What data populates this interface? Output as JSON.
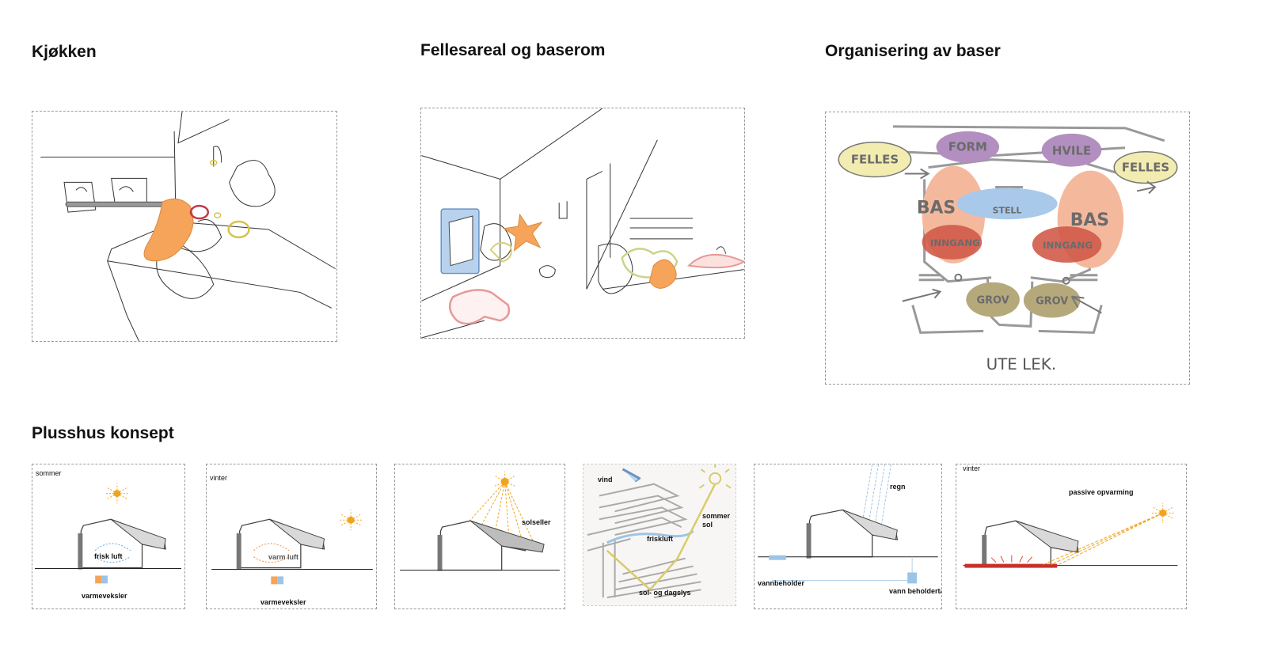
{
  "sections": {
    "kitchen": {
      "title": "Kjøkken"
    },
    "common": {
      "title": "Fellesareal og baserom"
    },
    "org": {
      "title": "Organisering av baser",
      "bubbles": {
        "felles_left": "FELLES",
        "form": "FORM",
        "hvile": "HVILE",
        "felles_right": "FELLES",
        "bas_left": "BAS",
        "stell": "STELL",
        "bas_right": "BAS",
        "inngang_left": "INNGANG",
        "inngang_right": "INNGANG",
        "grov_left": "GROV",
        "grov_right": "GROV",
        "uteleik": "UTE LEK."
      }
    },
    "plusshus": {
      "title": "Plusshus konsept",
      "panels": [
        {
          "season": "sommer",
          "center": "frisk luft",
          "bottom": "varmeveksler"
        },
        {
          "season": "vinter",
          "center": "varm luft",
          "bottom": "varmeveksler"
        },
        {
          "right": "solseller"
        },
        {
          "wind": "vind",
          "summer_sun": "sommer\nsol",
          "fresh_air": "friskluft",
          "daylight": "sol- og dagslys"
        },
        {
          "rain": "regn",
          "tank_left": "vannbeholder",
          "tank_right": "vann beholdertank"
        },
        {
          "season": "vinter",
          "passive": "passive opvarming"
        }
      ]
    }
  },
  "colors": {
    "orange": "#f5a45a",
    "sun": "#f2a31c",
    "yellow": "#efe39a",
    "purple": "#a07bb0",
    "red": "#c8513f",
    "salmon": "#f3b497",
    "blue": "#9cc4e6",
    "olive": "#a89d6e",
    "pink": "#e89898"
  }
}
